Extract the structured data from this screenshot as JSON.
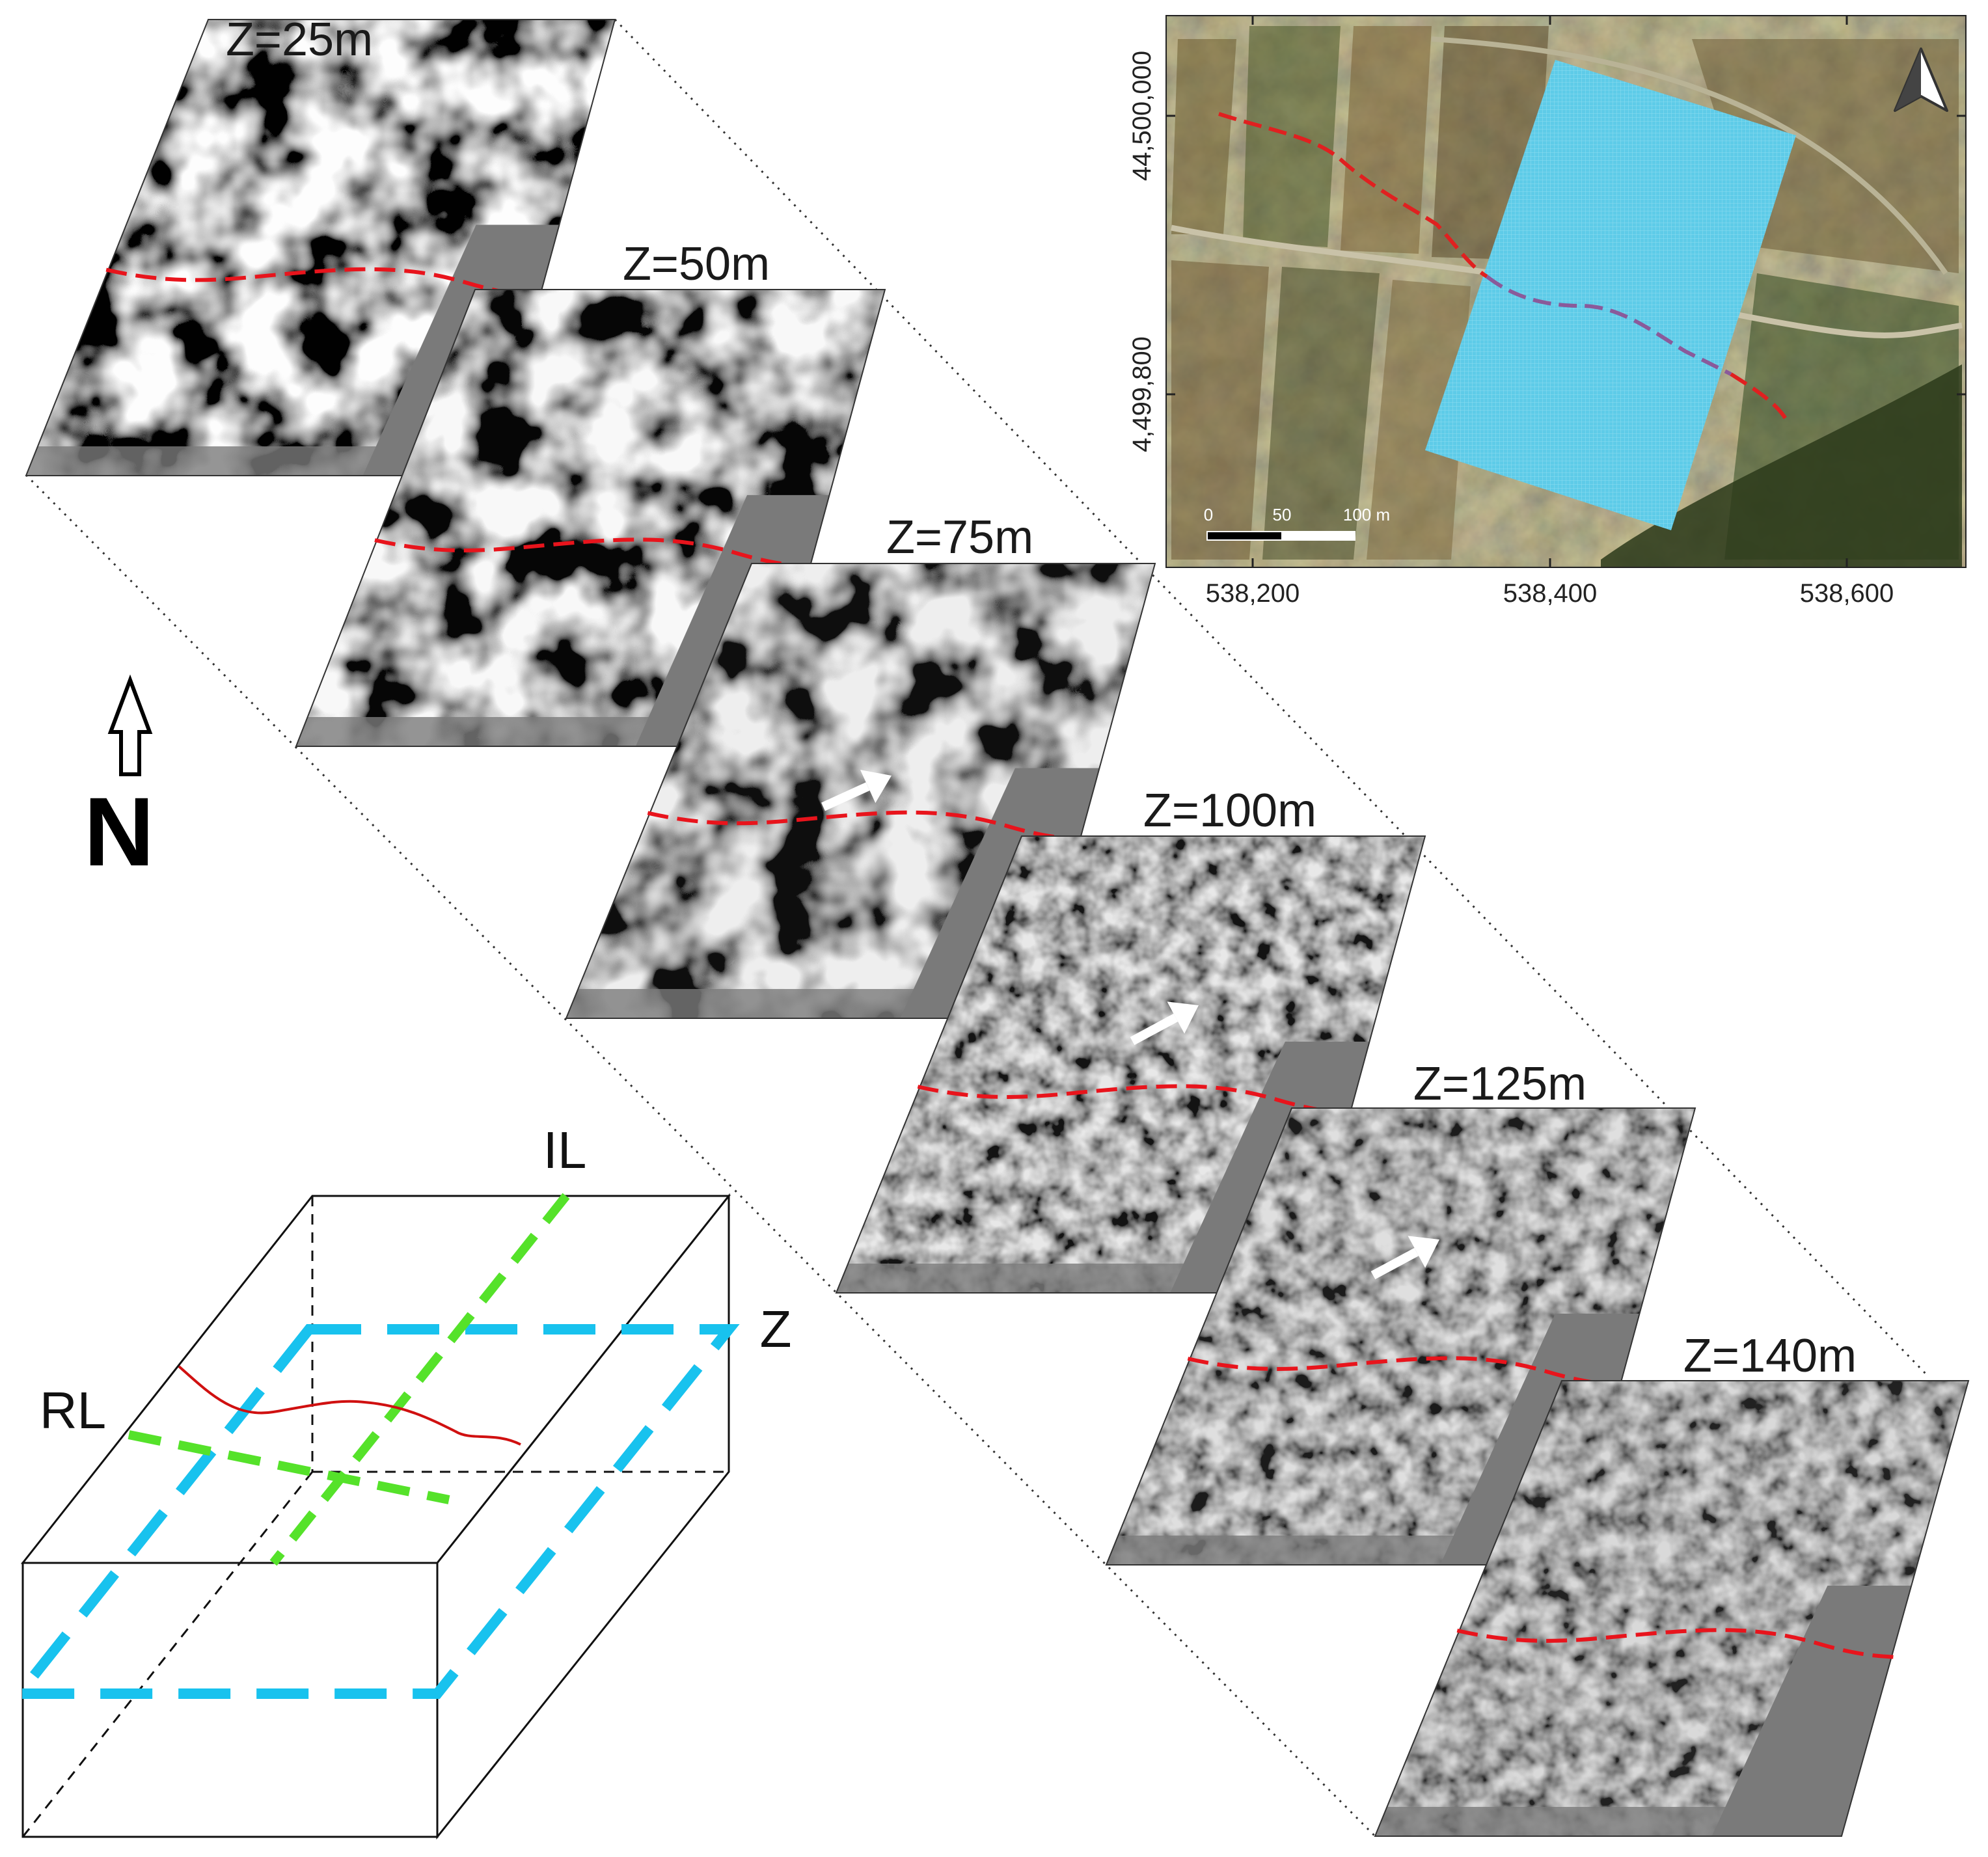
{
  "depth_slices": [
    {
      "label": "Z=25m",
      "contrast": 4.0,
      "threshold": 0.44,
      "arrow": false
    },
    {
      "label": "Z=50m",
      "contrast": 3.6,
      "threshold": 0.46,
      "arrow": false
    },
    {
      "label": "Z=75m",
      "contrast": 3.0,
      "threshold": 0.46,
      "arrow": true
    },
    {
      "label": "Z=100m",
      "contrast": 2.5,
      "threshold": 0.47,
      "arrow": true
    },
    {
      "label": "Z=125m",
      "contrast": 2.0,
      "threshold": 0.48,
      "arrow": true
    },
    {
      "label": "Z=140m",
      "contrast": 1.5,
      "threshold": 0.5,
      "arrow": false
    }
  ],
  "north_symbol": {
    "letter": "N",
    "icon": "north-arrow-icon"
  },
  "location_map": {
    "y_ticks": [
      "44,500,000",
      "4,499,800"
    ],
    "x_ticks": [
      "538,200",
      "538,400",
      "538,600"
    ],
    "scale_bar": [
      "0",
      "50",
      "100 m"
    ],
    "north_icon": "compass-arrow-icon",
    "colors": {
      "survey_area": "#5ecbe8",
      "fault_trace": "#e02020",
      "fault_under_survey": "#8a5a9a"
    }
  },
  "block_diagram": {
    "labels": {
      "il": "IL",
      "rl": "RL",
      "z": "Z"
    },
    "colors": {
      "il_line": "#55e22a",
      "rl_line": "#55e22a",
      "z_plane": "#18c2ee",
      "fault": "#d01010"
    }
  },
  "colors": {
    "fault_trace": "#e8141c",
    "slice_background": "#777777"
  }
}
